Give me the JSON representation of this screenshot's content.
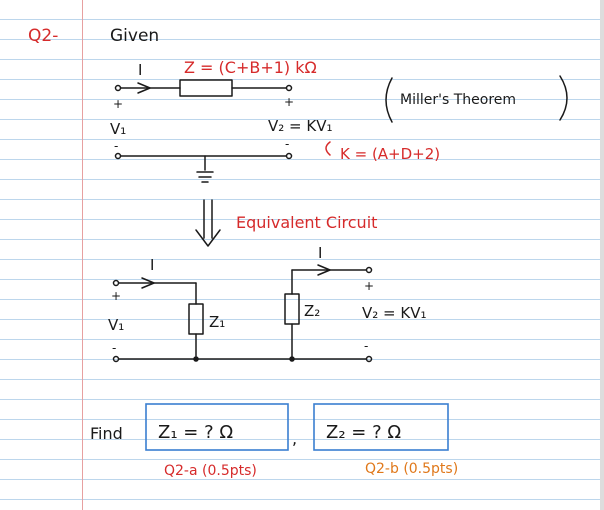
{
  "question_label": "Q2-",
  "given_label": "Given",
  "given_circuit": {
    "current_label": "I",
    "impedance_formula": "Z = (C+B+1) kΩ",
    "v1_label": "V₁",
    "v2_label": "V₂ = KV₁",
    "plus_sign": "+",
    "minus_sign": "-",
    "k_formula": "K = (A+D+2)"
  },
  "theorem_note": "Miller's Theorem",
  "equivalent_label": "Equivalent Circuit",
  "equivalent_circuit": {
    "current_label": "I",
    "v1_label": "V₁",
    "z1_label": "Z₁",
    "z2_label": "Z₂",
    "v2_label": "V₂ = KV₁",
    "plus_sign": "+",
    "minus_sign": "-"
  },
  "find_label": "Find",
  "box_a": "Z₁ = ? Ω",
  "separator": ",",
  "box_b": "Z₂ = ? Ω",
  "part_a": "Q2-a (0.5pts)",
  "part_b": "Q2-b (0.5pts)",
  "colors": {
    "ink": "#1a1a1a",
    "red": "#d62b2b",
    "blue_box": "#3a7fd0",
    "orange": "#e0781a",
    "ruled_line": "#bcd6ec",
    "margin_line": "#e7a0a0"
  }
}
